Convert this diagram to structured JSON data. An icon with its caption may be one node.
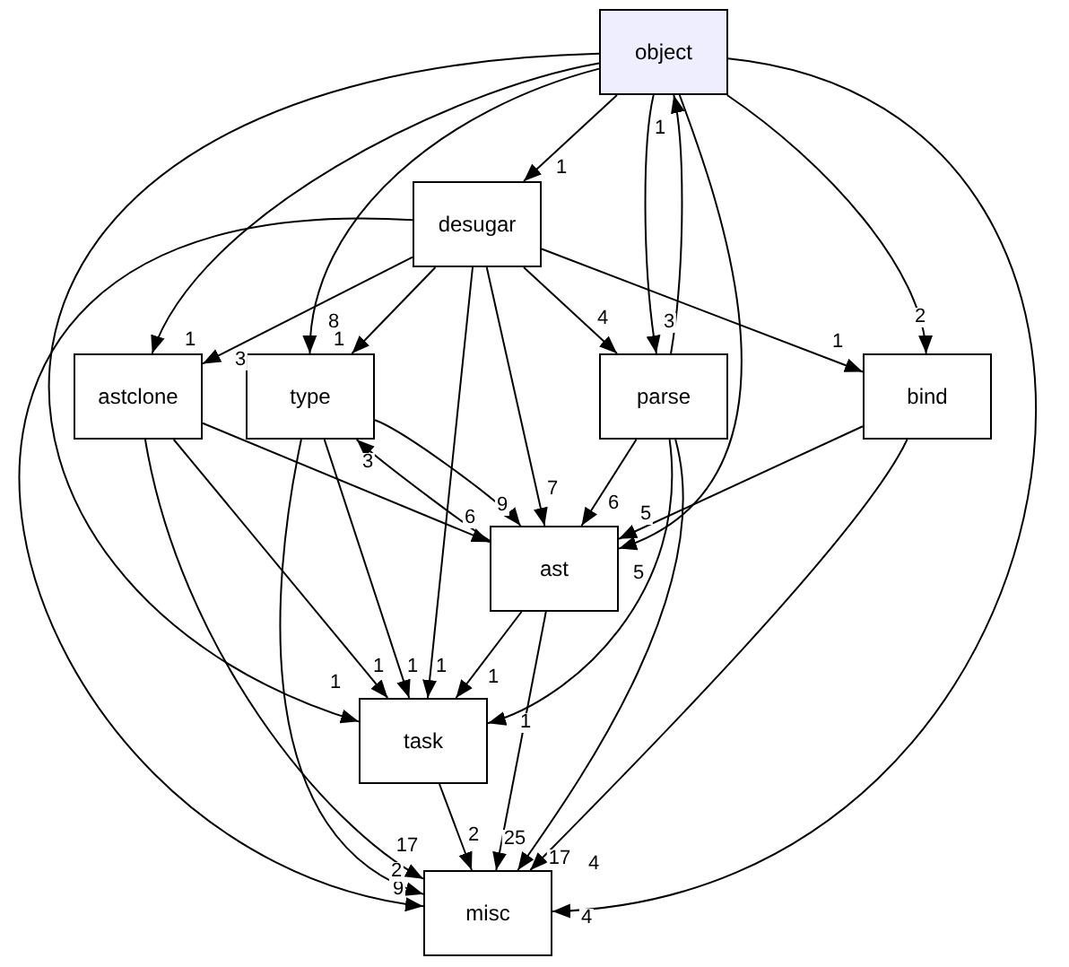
{
  "diagram": {
    "nodes": [
      {
        "text": [
          "object"
        ]
      },
      {
        "text": [
          "desugar"
        ]
      },
      {
        "text": [
          "astclone"
        ]
      },
      {
        "text": [
          "type"
        ]
      },
      {
        "text": [
          "parse"
        ]
      },
      {
        "text": [
          "bind"
        ]
      },
      {
        "text": [
          "ast"
        ]
      },
      {
        "text": [
          "task"
        ]
      },
      {
        "text": [
          "misc"
        ]
      }
    ],
    "edges": [
      {
        "from": 0,
        "to": 1,
        "arrow": "to",
        "label": "1"
      },
      {
        "from": 0,
        "to": 2,
        "arrow": "to",
        "label": "1"
      },
      {
        "from": 0,
        "to": 3,
        "arrow": "to",
        "label": "8"
      },
      {
        "from": 0,
        "to": 4,
        "arrow": "to",
        "label": "3"
      },
      {
        "from": 4,
        "to": 0,
        "arrow": "to",
        "label": "1"
      },
      {
        "from": 0,
        "to": 6,
        "arrow": "to",
        "label": "5"
      },
      {
        "from": 0,
        "to": 5,
        "arrow": "to",
        "label": "2"
      },
      {
        "from": 0,
        "to": 8,
        "arrow": "to",
        "label": "4"
      },
      {
        "from": 0,
        "to": 7,
        "arrow": "to",
        "label": "1"
      },
      {
        "from": 1,
        "to": 2,
        "arrow": "to",
        "label": "3"
      },
      {
        "from": 1,
        "to": 3,
        "arrow": "to",
        "label": "1"
      },
      {
        "from": 1,
        "to": 4,
        "arrow": "to",
        "label": "4"
      },
      {
        "from": 1,
        "to": 5,
        "arrow": "to",
        "label": "1"
      },
      {
        "from": 1,
        "to": 6,
        "arrow": "to",
        "label": "7"
      },
      {
        "from": 1,
        "to": 7,
        "arrow": "to",
        "label": "1"
      },
      {
        "from": 1,
        "to": 8,
        "arrow": "to",
        "label": "9"
      },
      {
        "from": 2,
        "to": 6,
        "arrow": "to",
        "label": "6"
      },
      {
        "from": 2,
        "to": 7,
        "arrow": "to",
        "label": "1"
      },
      {
        "from": 2,
        "to": 8,
        "arrow": "to",
        "label": "2"
      },
      {
        "from": 3,
        "to": 6,
        "arrow": "to",
        "label": "9"
      },
      {
        "from": 6,
        "to": 3,
        "arrow": "to",
        "label": "3"
      },
      {
        "from": 3,
        "to": 7,
        "arrow": "to",
        "label": "1"
      },
      {
        "from": 3,
        "to": 8,
        "arrow": "to",
        "label": "17"
      },
      {
        "from": 4,
        "to": 6,
        "arrow": "to",
        "label": "6"
      },
      {
        "from": 4,
        "to": 7,
        "arrow": "to",
        "label": "1"
      },
      {
        "from": 4,
        "to": 8,
        "arrow": "to",
        "label": "17"
      },
      {
        "from": 5,
        "to": 6,
        "arrow": "to",
        "label": "5"
      },
      {
        "from": 5,
        "to": 8,
        "arrow": "to",
        "label": "4"
      },
      {
        "from": 6,
        "to": 7,
        "arrow": "to",
        "label": "1"
      },
      {
        "from": 6,
        "to": 8,
        "arrow": "to",
        "label": "25"
      },
      {
        "from": 7,
        "to": 8,
        "arrow": "to",
        "label": "2"
      }
    ]
  }
}
